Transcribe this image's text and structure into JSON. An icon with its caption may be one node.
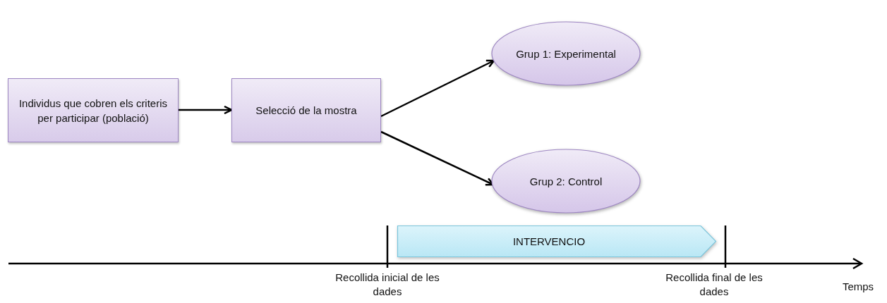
{
  "diagram": {
    "nodes": [
      {
        "text": [
          "Individus que cobren els criteris per participar (població)"
        ]
      },
      {
        "text": [
          "Selecció de la mostra"
        ]
      },
      {
        "text": [
          "Grup 1: Experimental"
        ]
      },
      {
        "text": [
          "Grup 2: Control"
        ]
      },
      {
        "text": [
          "INTERVENCIO"
        ]
      }
    ],
    "edges": [
      {
        "from": 0,
        "to": 1,
        "arrow": "to"
      },
      {
        "from": 1,
        "to": 2,
        "arrow": "to"
      },
      {
        "from": 1,
        "to": 3,
        "arrow": "to"
      }
    ],
    "labels": [
      "Recollida inicial de les dades",
      "Recollida final de les dades",
      "Temps"
    ]
  }
}
